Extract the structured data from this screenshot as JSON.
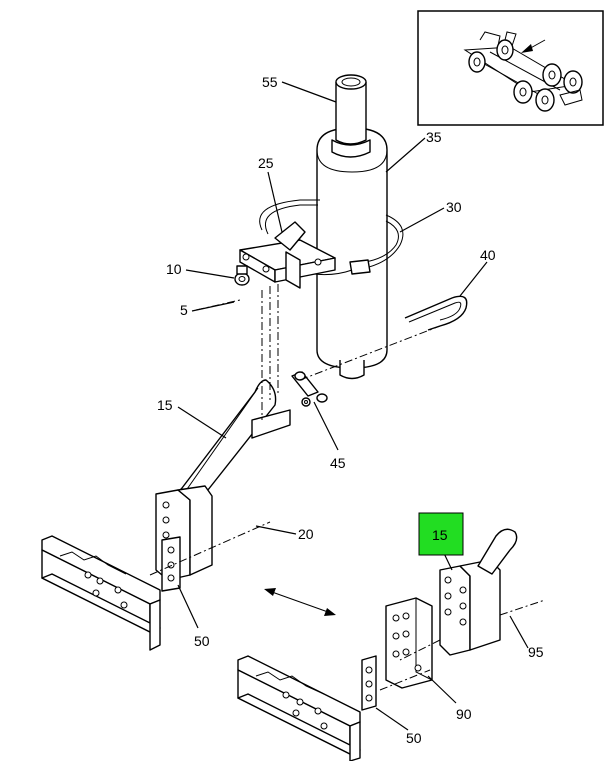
{
  "callouts": {
    "c55": "55",
    "c35": "35",
    "c25": "25",
    "c30": "30",
    "c10": "10",
    "c40": "40",
    "c5": "5",
    "c15a": "15",
    "c45": "45",
    "c20": "20",
    "c50a": "50",
    "c15b": "15",
    "c95": "95",
    "c90": "90",
    "c50b": "50"
  },
  "highlight_color": "#22dd22"
}
